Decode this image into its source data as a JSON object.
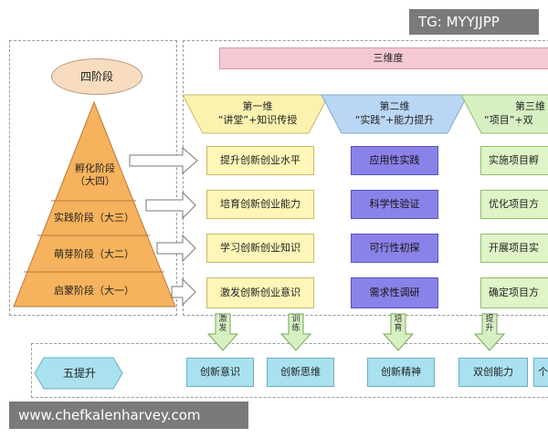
{
  "header": {
    "title": "三维度"
  },
  "pyramid": {
    "title": "四阶段",
    "stages": [
      {
        "label": "孵化阶段",
        "sub": "（大四）"
      },
      {
        "label": "实践阶段（大三）"
      },
      {
        "label": "萌芽阶段（大二）"
      },
      {
        "label": "启蒙阶段（大一）"
      }
    ]
  },
  "dimensions": [
    {
      "line1": "第一维",
      "line2": "“讲堂”+知识传授"
    },
    {
      "line1": "第二维",
      "line2": "“实践”+能力提升"
    },
    {
      "line1": "第三维",
      "line2": "“项目”+双"
    }
  ],
  "columns": {
    "col1": [
      "提升创新创业水平",
      "培育创新创业能力",
      "学习创新创业知识",
      "激发创新创业意识"
    ],
    "col2": [
      "应用性实践",
      "科学性验证",
      "可行性初探",
      "需求性调研"
    ],
    "col3": [
      "实施项目孵",
      "优化项目方",
      "开展项目实",
      "确定项目方"
    ]
  },
  "arrow_labels": [
    "激发",
    "训练",
    "培育",
    "提升"
  ],
  "bottom": {
    "title": "五提升",
    "items": [
      "创新意识",
      "创新思维",
      "创新精神",
      "双创能力",
      "个"
    ]
  },
  "watermarks": {
    "top": "TG: MYYJJPP",
    "bottom": "www.chefkalenharvey.com"
  },
  "colors": {
    "pyramid_orange": "#f6b25c",
    "yellow_box": "#fff6b8",
    "purple_box": "#8a82e8",
    "green_box": "#dff4c7",
    "blue_box": "#a9e1ef",
    "header_pink": "#f6c9d2"
  }
}
